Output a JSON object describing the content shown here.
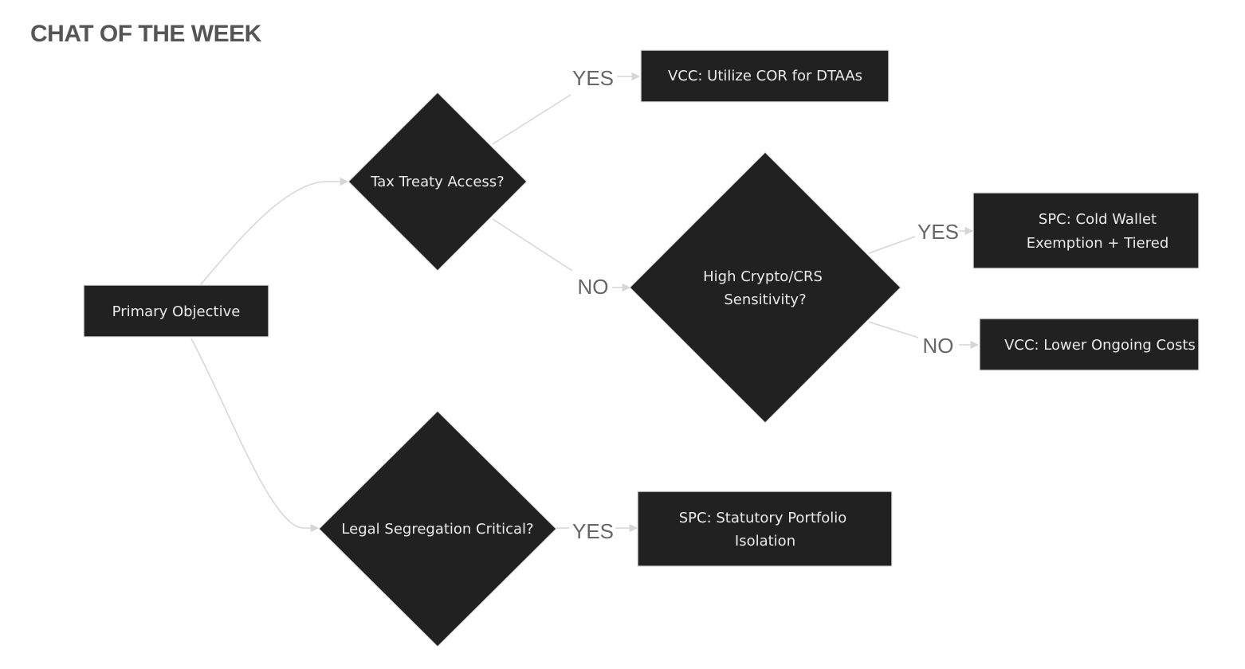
{
  "title": "CHAT OF THE WEEK",
  "nodes": {
    "primary": "Primary Objective",
    "tax_treaty": "Tax Treaty Access?",
    "legal_segregation": "Legal Segregation Critical?",
    "crypto_crs": [
      "High Crypto/CRS",
      "Sensitivity?"
    ],
    "vcc_cor": "VCC: Utilize COR for DTAAs",
    "spc_cold_wallet": [
      "SPC: Cold Wallet",
      "Exemption + Tiered"
    ],
    "vcc_lower_costs": "VCC: Lower Ongoing Costs",
    "spc_statutory": [
      "SPC: Statutory Portfolio",
      "Isolation"
    ]
  },
  "edge_labels": {
    "tax_yes": "YES",
    "tax_no": "NO",
    "crypto_yes": "YES",
    "crypto_no": "NO",
    "legal_yes": "YES"
  }
}
